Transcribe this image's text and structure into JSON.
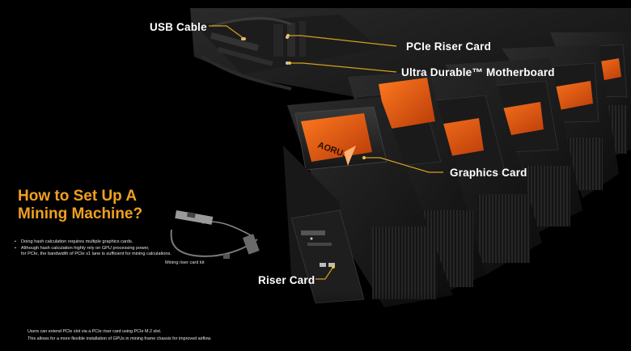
{
  "labels": {
    "usb_cable": "USB Cable",
    "pcie_riser_card": "PCIe Riser Card",
    "motherboard": "Ultra Durable™ Motherboard",
    "graphics_card": "Graphics Card",
    "riser_card": "Riser Card"
  },
  "heading": {
    "line1": "How to Set Up A",
    "line2": "Mining Machine?"
  },
  "bullets": [
    "Doing hash calculation requires multiple graphics cards.",
    "Although hash calculation highly rely on GPU processing power,",
    "for PCIe, the bandwidth of PCIe x1 lane is sufficient for mining calculations."
  ],
  "kit_caption": "Mining riser card kit",
  "footer": {
    "line1": "Users can extend PCIe slot via a PCIe riser card using PCIe M.2 slot.",
    "line2": "This allows for a more flexible installation of GPUs in mining frame chassis for improved airflow."
  },
  "gpu_brand": "AORUS",
  "colors": {
    "accent": "#f0a020",
    "callout_line": "#d4a020",
    "background": "#000000",
    "gpu_orange": "#e85a10",
    "text": "#ffffff"
  },
  "icons": [
    "usb-cable",
    "riser-card-kit",
    "graphics-card",
    "motherboard"
  ]
}
